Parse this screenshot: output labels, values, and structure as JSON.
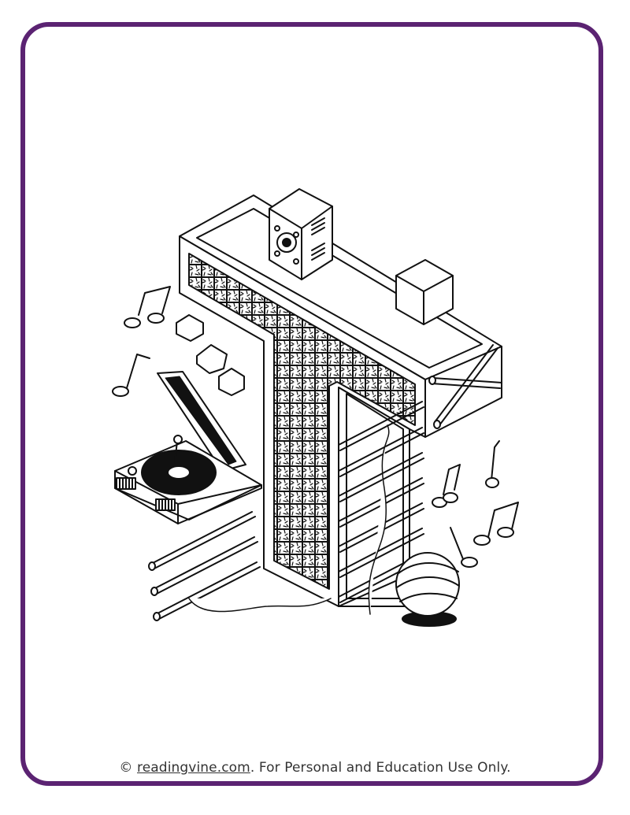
{
  "page": {
    "border_color": "#5b2372",
    "illustration": "letter-t-music-coloring-illustration"
  },
  "footer": {
    "copyright_symbol": "©",
    "site_link": "readingvine.com",
    "notice": ". For Personal and Education Use Only."
  }
}
